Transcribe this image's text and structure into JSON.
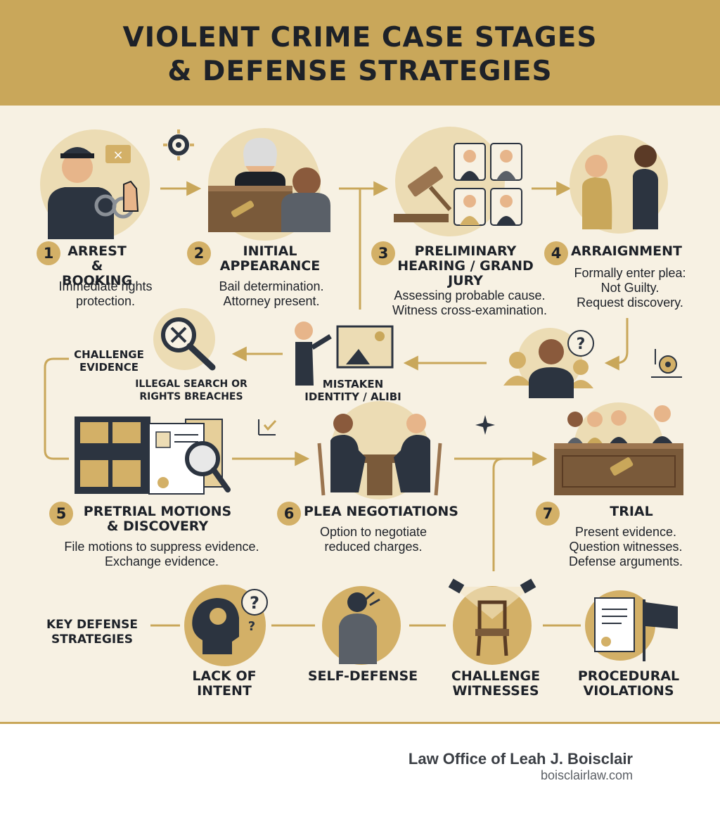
{
  "title_line1": "VIOLENT CRIME CASE STAGES",
  "title_line2": "& DEFENSE STRATEGIES",
  "stages": [
    {
      "number": "1",
      "title1": "ARREST &",
      "title2": "BOOKING",
      "desc1": "Immediate rights",
      "desc2": "protection.",
      "desc3": ""
    },
    {
      "number": "2",
      "title1": "INITIAL",
      "title2": "APPEARANCE",
      "desc1": "Bail determination.",
      "desc2": "Attorney present.",
      "desc3": ""
    },
    {
      "number": "3",
      "title1": "PRELIMINARY",
      "title2": "HEARING / GRAND",
      "title3": "JURY",
      "desc1": "Assessing probable cause.",
      "desc2": "Witness cross-examination.",
      "desc3": ""
    },
    {
      "number": "4",
      "title1": "ARRAIGNMENT",
      "title2": "",
      "desc1": "Formally enter plea:",
      "desc2": "Not Guilty.",
      "desc3": "Request discovery."
    },
    {
      "number": "5",
      "title1": "PRETRIAL MOTIONS",
      "title2": "& DISCOVERY",
      "desc1": "File motions to suppress evidence.",
      "desc2": "Exchange evidence.",
      "desc3": ""
    },
    {
      "number": "6",
      "title1": "PLEA NEGOTIATIONS",
      "title2": "",
      "desc1": "Option to negotiate",
      "desc2": "reduced charges.",
      "desc3": ""
    },
    {
      "number": "7",
      "title1": "TRIAL",
      "title2": "",
      "desc1": "Present evidence.",
      "desc2": "Question witnesses.",
      "desc3": "Defense arguments."
    }
  ],
  "side_labels": {
    "challenge_evidence1": "CHALLENGE",
    "challenge_evidence2": "EVIDENCE",
    "illegal_search1": "ILLEGAL SEARCH OR",
    "illegal_search2": "RIGHTS BREACHES",
    "mistaken_identity1": "MISTAKEN",
    "mistaken_identity2": "IDENTITY / ALIBI"
  },
  "defense": {
    "heading1": "KEY DEFENSE",
    "heading2": "STRATEGIES",
    "items": [
      {
        "line1": "LACK OF",
        "line2": "INTENT"
      },
      {
        "line1": "SELF-DEFENSE",
        "line2": ""
      },
      {
        "line1": "CHALLENGE",
        "line2": "WITNESSES"
      },
      {
        "line1": "PROCEDURAL",
        "line2": "VIOLATIONS"
      }
    ]
  },
  "footer": {
    "firm": "Law Office of Leah J. Boisclair",
    "url": "boisclairlaw.com"
  },
  "colors": {
    "gold": "#c9a75a",
    "light_gold": "#ecdcb4",
    "navy": "#2c3440",
    "ink": "#1d2128",
    "background": "#f7f1e3"
  }
}
